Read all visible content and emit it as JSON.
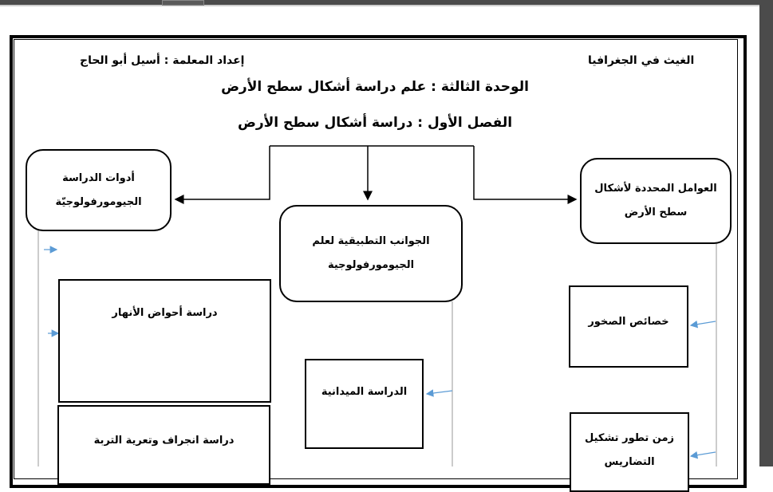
{
  "header": {
    "site": "الغيث في الجغرافيا",
    "author": "إعداد المعلمة : أسيل أبو الحاج"
  },
  "titles": {
    "unit": "الوحدة الثالثة : علم دراسة أشكال سطح الأرض",
    "chapter": "الفصل الأول : دراسة أشكال سطح الأرض"
  },
  "diagram": {
    "left_main": {
      "line1": "أدوات الدراسة",
      "line2": "الجيومورفولوجيّة"
    },
    "center_main": {
      "line1": "الجوانب التطبيقية لعلم",
      "line2": "الجيومورفولوجية"
    },
    "right_main": {
      "line1": "العوامل المحددة لأشكال",
      "line2": "سطح الأرض"
    },
    "left_items": [
      "دراسة أحواض الأنهار",
      "دراسة انجراف وتعرية التربة"
    ],
    "center_items": [
      "الدراسة الميدانية"
    ],
    "right_items": [
      "خصائص الصخور",
      "زمن تطور تشكيل",
      "التضاريس"
    ]
  },
  "colors": {
    "arrow_blue": "#5b9bd5",
    "border": "#000000"
  }
}
